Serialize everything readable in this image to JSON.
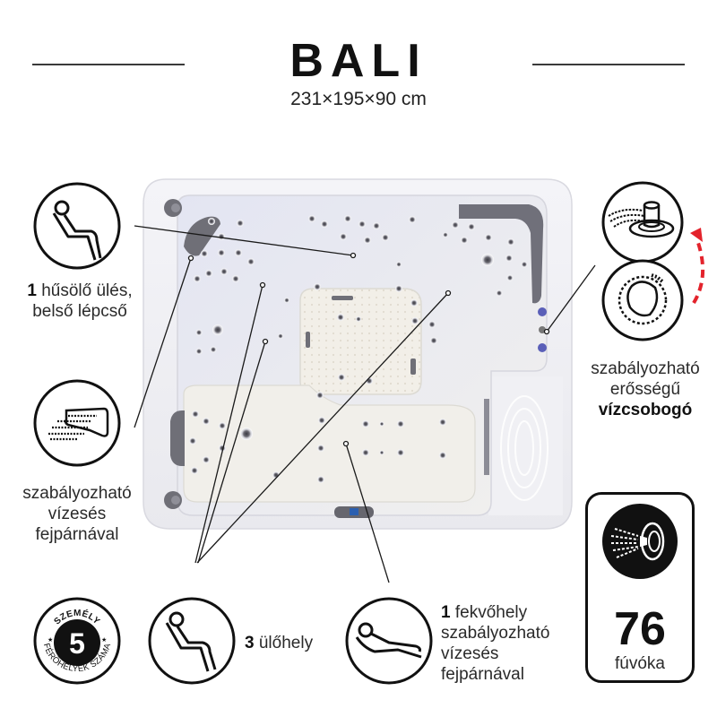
{
  "header": {
    "title": "BALI",
    "dimensions": "231×195×90 cm"
  },
  "features": {
    "heated_seat": {
      "icon": "reclined-seat-icon",
      "count": "1",
      "line1_rest": " hűsölő ülés,",
      "line2": "belső lépcső"
    },
    "waterfall_headrest": {
      "icon": "waterfall-headrest-icon",
      "line1": "szabályozható",
      "line2": "vízesés",
      "line3": "fejpárnával"
    },
    "capacity": {
      "icon": "capacity-badge-icon",
      "top_text": "SZEMÉLY",
      "number": "5",
      "bottom_text": "FÉRŐHELYEK SZÁMA"
    },
    "seats": {
      "icon": "seat-icon",
      "count": "3",
      "label_rest": " ülőhely"
    },
    "lounger": {
      "icon": "lounger-icon",
      "count": "1",
      "line1_rest": " fekvőhely",
      "line2": "szabályozható",
      "line3": "vízesés",
      "line4": "fejpárnával"
    },
    "bubbler": {
      "icon": "adjustable-bubbler-icon",
      "line1": "szabályozható",
      "line2": "erősségű",
      "line3": "vízcsobogó"
    },
    "jets": {
      "icon": "jet-nozzle-icon",
      "count": "76",
      "label": "fúvóka"
    }
  },
  "colors": {
    "text": "#231f20",
    "accent_arrow": "#e3232c",
    "tub_shell": "#eeeef3",
    "tub_interior": "#f3f1ec",
    "pillow": "#6f6f77",
    "led_blue": "#5a5fb8"
  }
}
